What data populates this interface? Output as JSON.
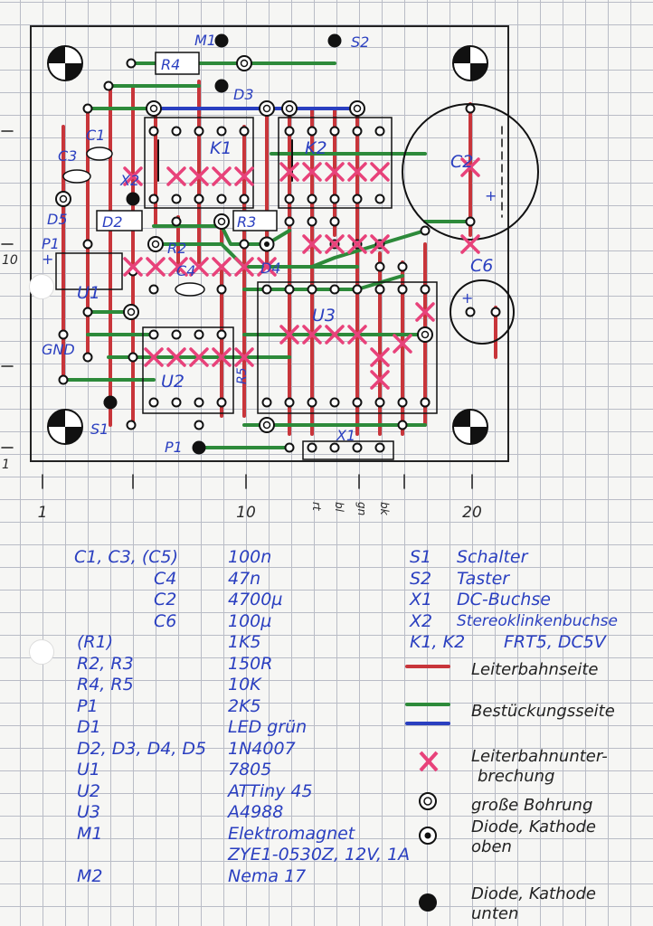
{
  "board_labels": {
    "M1": "M1",
    "S2": "S2",
    "R4": "R4",
    "D3": "D3",
    "K1": "K1",
    "K2": "K2",
    "C2": "C2",
    "C1": "C1",
    "C3": "C3",
    "X2": "X2",
    "D5": "D5",
    "D2": "D2",
    "R3": "R3",
    "P1_plus": "P1\n+",
    "R2": "R2",
    "C4": "C4",
    "D4": "D4",
    "C6": "C6",
    "U1": "U1",
    "U3": "U3",
    "GND": "GND",
    "U2": "U2",
    "R5": "R5",
    "S1": "S1",
    "P1": "P1",
    "X1": "X1",
    "plus_c2": "+",
    "plus_c6": "+"
  },
  "axis": {
    "x_ticks": [
      "1",
      "10",
      "20"
    ],
    "y_ticks": [
      "10",
      "1"
    ],
    "wire_labels": [
      "rt",
      "bl",
      "gn",
      "bk"
    ]
  },
  "parts_list": [
    {
      "ref": "C1, C3, (C5)",
      "value": "100n"
    },
    {
      "ref": "C4",
      "value": "47n"
    },
    {
      "ref": "C2",
      "value": "4700µ"
    },
    {
      "ref": "C6",
      "value": "100µ"
    },
    {
      "ref": "(R1)",
      "value": "1K5"
    },
    {
      "ref": "R2, R3",
      "value": "150R"
    },
    {
      "ref": "R4, R5",
      "value": "10K"
    },
    {
      "ref": "P1",
      "value": "2K5"
    },
    {
      "ref": "D1",
      "value": "LED grün"
    },
    {
      "ref": "D2, D3, D4, D5",
      "value": "1N4007"
    },
    {
      "ref": "U1",
      "value": "7805"
    },
    {
      "ref": "U2",
      "value": "ATTiny 45"
    },
    {
      "ref": "U3",
      "value": "A4988"
    },
    {
      "ref": "M1",
      "value": "Elektromagnet"
    },
    {
      "ref": "",
      "value": "ZYE1-0530Z, 12V, 1A"
    },
    {
      "ref": "M2",
      "value": "Nema 17"
    }
  ],
  "switch_list": [
    {
      "ref": "S1",
      "value": "Schalter"
    },
    {
      "ref": "S2",
      "value": "Taster"
    },
    {
      "ref": "X1",
      "value": "DC-Buchse"
    },
    {
      "ref": "X2",
      "value": "Stereoklinkenbuchse"
    },
    {
      "ref": "K1, K2",
      "value": "FRT5, DC5V"
    }
  ],
  "legend": [
    {
      "symbol": "red-line",
      "color": "#c8353a",
      "label": "Leiterbahnseite"
    },
    {
      "symbol": "green-line",
      "color": "#2d8a3a",
      "label": "Bestückungsseite"
    },
    {
      "symbol": "blue-line",
      "color": "#2a3fc0",
      "label": ""
    },
    {
      "symbol": "pink-cross",
      "color": "#e8427a",
      "label": "Leiterbahnunter-\nbrechung"
    },
    {
      "symbol": "large-hole",
      "color": "#111111",
      "label": "große Bohrung"
    },
    {
      "symbol": "diode-top",
      "color": "#111111",
      "label": "Diode, Kathode\noben"
    },
    {
      "symbol": "diode-bottom",
      "color": "#111111",
      "label": "Diode, Kathode\nunten"
    }
  ],
  "colors": {
    "red_trace": "#c8353a",
    "green_trace": "#2d8a3a",
    "blue_trace": "#2a3fc0",
    "cross": "#e8427a",
    "ink": "#2a3fc0"
  }
}
